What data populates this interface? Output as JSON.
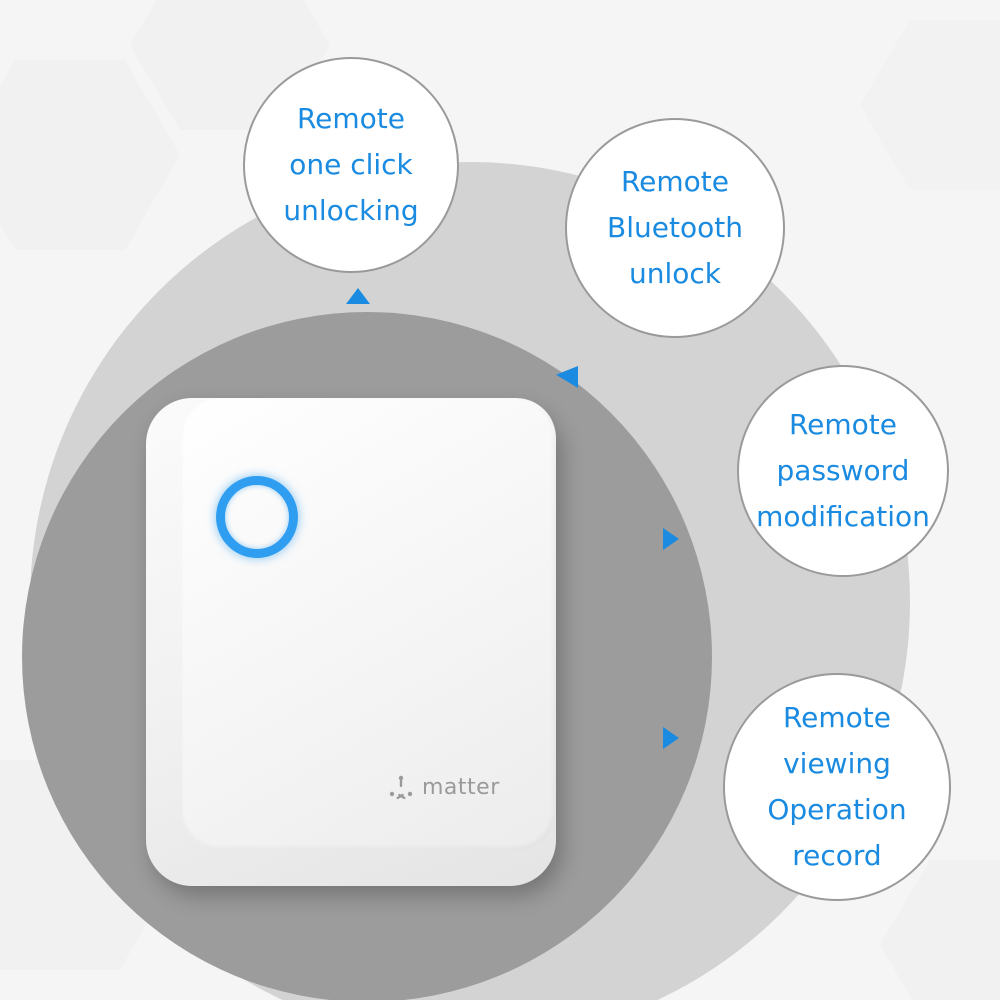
{
  "brand": {
    "logo_text": "matter",
    "led_color": "#2f9df0"
  },
  "features": [
    {
      "lines": [
        "Remote",
        "one click",
        "unlocking"
      ]
    },
    {
      "lines": [
        "Remote",
        "Bluetooth",
        "unlock"
      ]
    },
    {
      "lines": [
        "Remote",
        "password",
        "modification"
      ]
    },
    {
      "lines": [
        "Remote",
        "viewing",
        "Operation",
        "record"
      ]
    }
  ],
  "colors": {
    "accent": "#1a8be0",
    "outer_disc": "#d3d3d3",
    "inner_disc": "#9c9c9c"
  },
  "icons": [
    "matter-logo-icon",
    "arrow-up-icon",
    "arrow-diagonal-icon",
    "arrow-right-icon"
  ]
}
